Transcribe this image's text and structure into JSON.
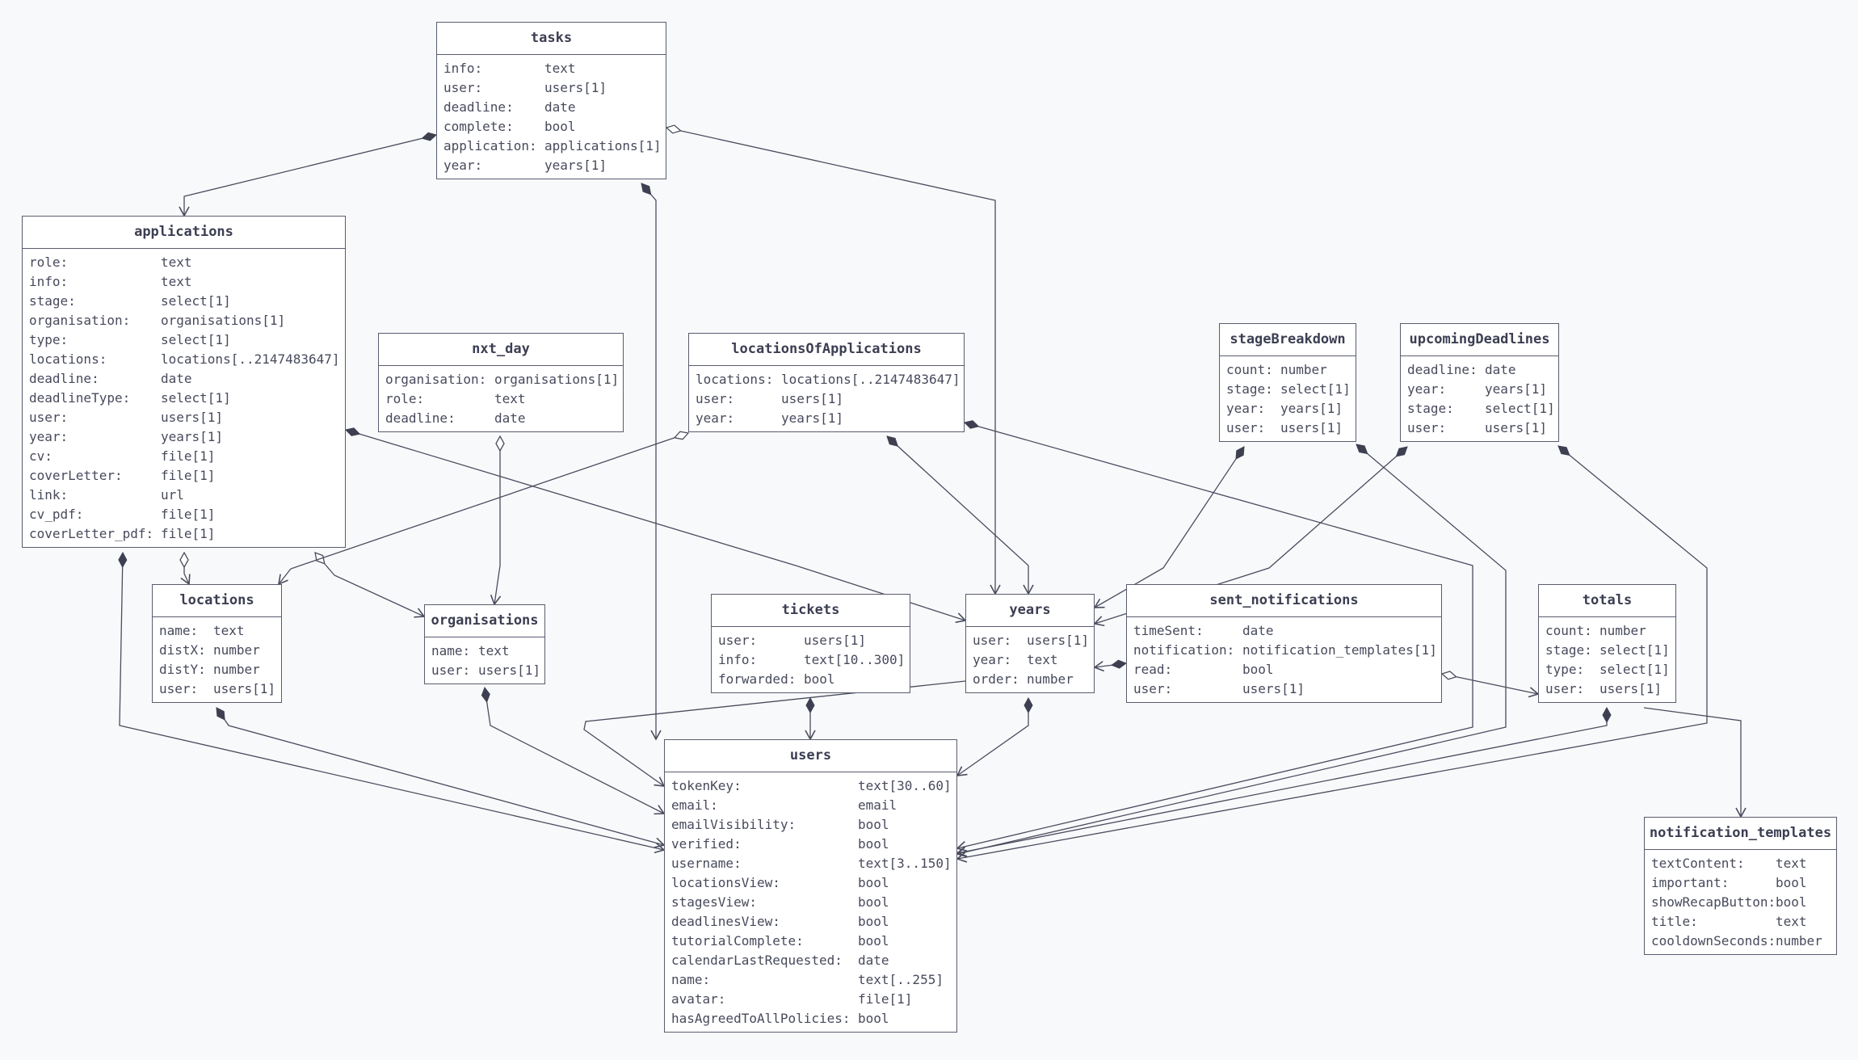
{
  "colors": {
    "background": "#f8f9fb",
    "box_border": "#5a5c6e",
    "edge": "#4a4c5e",
    "text": "#474a5c"
  },
  "entities": [
    {
      "id": "tasks",
      "title": "tasks",
      "fields": [
        {
          "name": "info:",
          "type": "text"
        },
        {
          "name": "user:",
          "type": "users[1]"
        },
        {
          "name": "deadline:",
          "type": "date"
        },
        {
          "name": "complete:",
          "type": "bool"
        },
        {
          "name": "application:",
          "type": "applications[1]"
        },
        {
          "name": "year:",
          "type": "years[1]"
        }
      ]
    },
    {
      "id": "applications",
      "title": "applications",
      "fields": [
        {
          "name": "role:",
          "type": "text"
        },
        {
          "name": "info:",
          "type": "text"
        },
        {
          "name": "stage:",
          "type": "select[1]"
        },
        {
          "name": "organisation:",
          "type": "organisations[1]"
        },
        {
          "name": "type:",
          "type": "select[1]"
        },
        {
          "name": "locations:",
          "type": "locations[..2147483647]"
        },
        {
          "name": "deadline:",
          "type": "date"
        },
        {
          "name": "deadlineType:",
          "type": "select[1]"
        },
        {
          "name": "user:",
          "type": "users[1]"
        },
        {
          "name": "year:",
          "type": "years[1]"
        },
        {
          "name": "cv:",
          "type": "file[1]"
        },
        {
          "name": "coverLetter:",
          "type": "file[1]"
        },
        {
          "name": "link:",
          "type": "url"
        },
        {
          "name": "cv_pdf:",
          "type": "file[1]"
        },
        {
          "name": "coverLetter_pdf:",
          "type": "file[1]"
        }
      ]
    },
    {
      "id": "nxt_day",
      "title": "nxt_day",
      "fields": [
        {
          "name": "organisation:",
          "type": "organisations[1]"
        },
        {
          "name": "role:",
          "type": "text"
        },
        {
          "name": "deadline:",
          "type": "date"
        }
      ]
    },
    {
      "id": "locationsOfApplications",
      "title": "locationsOfApplications",
      "fields": [
        {
          "name": "locations:",
          "type": "locations[..2147483647]"
        },
        {
          "name": "user:",
          "type": "users[1]"
        },
        {
          "name": "year:",
          "type": "years[1]"
        }
      ]
    },
    {
      "id": "stageBreakdown",
      "title": "stageBreakdown",
      "fields": [
        {
          "name": "count:",
          "type": "number"
        },
        {
          "name": "stage:",
          "type": "select[1]"
        },
        {
          "name": "year:",
          "type": "years[1]"
        },
        {
          "name": "user:",
          "type": "users[1]"
        }
      ]
    },
    {
      "id": "upcomingDeadlines",
      "title": "upcomingDeadlines",
      "fields": [
        {
          "name": "deadline:",
          "type": "date"
        },
        {
          "name": "year:",
          "type": "years[1]"
        },
        {
          "name": "stage:",
          "type": "select[1]"
        },
        {
          "name": "user:",
          "type": "users[1]"
        }
      ]
    },
    {
      "id": "locations",
      "title": "locations",
      "fields": [
        {
          "name": "name:",
          "type": "text"
        },
        {
          "name": "distX:",
          "type": "number"
        },
        {
          "name": "distY:",
          "type": "number"
        },
        {
          "name": "user:",
          "type": "users[1]"
        }
      ]
    },
    {
      "id": "organisations",
      "title": "organisations",
      "fields": [
        {
          "name": "name:",
          "type": "text"
        },
        {
          "name": "user:",
          "type": "users[1]"
        }
      ]
    },
    {
      "id": "tickets",
      "title": "tickets",
      "fields": [
        {
          "name": "user:",
          "type": "users[1]"
        },
        {
          "name": "info:",
          "type": "text[10..300]"
        },
        {
          "name": "forwarded:",
          "type": "bool"
        }
      ]
    },
    {
      "id": "years",
      "title": "years",
      "fields": [
        {
          "name": "user:",
          "type": "users[1]"
        },
        {
          "name": "year:",
          "type": "text"
        },
        {
          "name": "order:",
          "type": "number"
        }
      ]
    },
    {
      "id": "sent_notifications",
      "title": "sent_notifications",
      "fields": [
        {
          "name": "timeSent:",
          "type": "date"
        },
        {
          "name": "notification:",
          "type": "notification_templates[1]"
        },
        {
          "name": "read:",
          "type": "bool"
        },
        {
          "name": "user:",
          "type": "users[1]"
        }
      ]
    },
    {
      "id": "totals",
      "title": "totals",
      "fields": [
        {
          "name": "count:",
          "type": "number"
        },
        {
          "name": "stage:",
          "type": "select[1]"
        },
        {
          "name": "type:",
          "type": "select[1]"
        },
        {
          "name": "user:",
          "type": "users[1]"
        }
      ]
    },
    {
      "id": "users",
      "title": "users",
      "fields": [
        {
          "name": "tokenKey:",
          "type": "text[30..60]"
        },
        {
          "name": "email:",
          "type": "email"
        },
        {
          "name": "emailVisibility:",
          "type": "bool"
        },
        {
          "name": "verified:",
          "type": "bool"
        },
        {
          "name": "username:",
          "type": "text[3..150]"
        },
        {
          "name": "locationsView:",
          "type": "bool"
        },
        {
          "name": "stagesView:",
          "type": "bool"
        },
        {
          "name": "deadlinesView:",
          "type": "bool"
        },
        {
          "name": "tutorialComplete:",
          "type": "bool"
        },
        {
          "name": "calendarLastRequested:",
          "type": "date"
        },
        {
          "name": "name:",
          "type": "text[..255]"
        },
        {
          "name": "avatar:",
          "type": "file[1]"
        },
        {
          "name": "hasAgreedToAllPolicies:",
          "type": "bool"
        }
      ]
    },
    {
      "id": "notification_templates",
      "title": "notification_templates",
      "fields": [
        {
          "name": "textContent:",
          "type": "text"
        },
        {
          "name": "important:",
          "type": "bool"
        },
        {
          "name": "showRecapButton:",
          "type": "bool"
        },
        {
          "name": "title:",
          "type": "text"
        },
        {
          "name": "cooldownSeconds:",
          "type": "number"
        }
      ]
    }
  ],
  "relations": [
    {
      "from": "tasks",
      "to": "applications",
      "kind": "composition"
    },
    {
      "from": "tasks",
      "to": "users",
      "kind": "composition"
    },
    {
      "from": "tasks",
      "to": "years",
      "kind": "aggregation"
    },
    {
      "from": "applications",
      "to": "locations",
      "kind": "aggregation"
    },
    {
      "from": "applications",
      "to": "organisations",
      "kind": "aggregation"
    },
    {
      "from": "applications",
      "to": "users",
      "kind": "composition"
    },
    {
      "from": "applications",
      "to": "years",
      "kind": "composition"
    },
    {
      "from": "nxt_day",
      "to": "organisations",
      "kind": "aggregation"
    },
    {
      "from": "locationsOfApplications",
      "to": "locations",
      "kind": "aggregation"
    },
    {
      "from": "locationsOfApplications",
      "to": "years",
      "kind": "composition"
    },
    {
      "from": "locationsOfApplications",
      "to": "users",
      "kind": "composition"
    },
    {
      "from": "stageBreakdown",
      "to": "years",
      "kind": "composition"
    },
    {
      "from": "stageBreakdown",
      "to": "users",
      "kind": "composition"
    },
    {
      "from": "upcomingDeadlines",
      "to": "years",
      "kind": "composition"
    },
    {
      "from": "upcomingDeadlines",
      "to": "users",
      "kind": "composition"
    },
    {
      "from": "locations",
      "to": "users",
      "kind": "composition"
    },
    {
      "from": "organisations",
      "to": "users",
      "kind": "composition"
    },
    {
      "from": "tickets",
      "to": "users",
      "kind": "composition"
    },
    {
      "from": "years",
      "to": "users",
      "kind": "composition"
    },
    {
      "from": "sent_notifications",
      "to": "years",
      "kind": "composition"
    },
    {
      "from": "sent_notifications",
      "to": "notification_templates",
      "kind": "aggregation"
    },
    {
      "from": "totals",
      "to": "users",
      "kind": "composition"
    }
  ]
}
